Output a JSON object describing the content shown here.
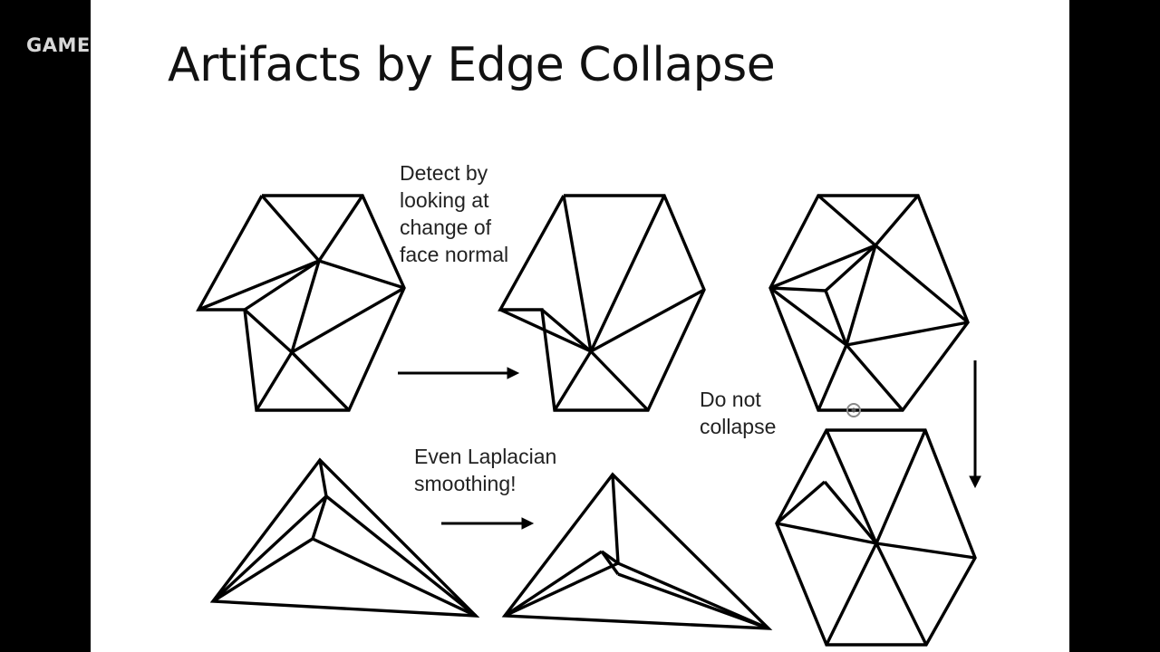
{
  "watermark": "GAME",
  "slide": {
    "title": "Artifacts by Edge Collapse",
    "notes": {
      "detect": "Detect by\nlooking at\nchange of\nface normal",
      "laplacian": "Even Laplacian\nsmoothing!",
      "do_not_collapse": "Do not\ncollapse"
    }
  }
}
